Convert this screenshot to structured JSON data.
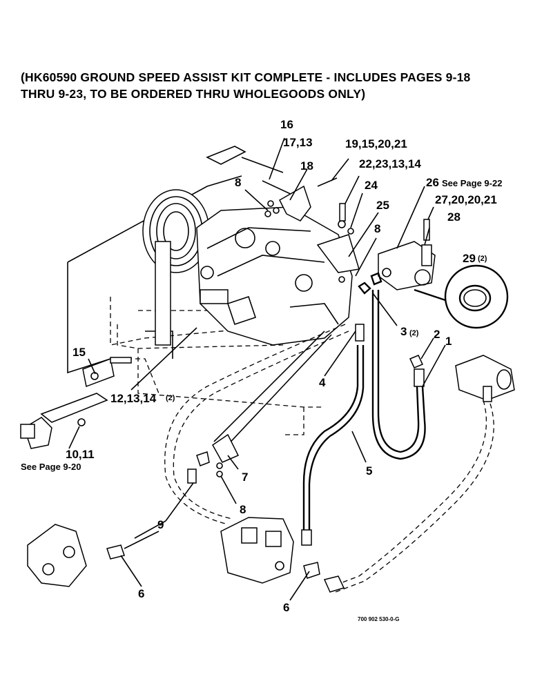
{
  "header": {
    "line1": "(HK60590 GROUND SPEED ASSIST KIT COMPLETE - INCLUDES PAGES 9-18",
    "line2": "THRU 9-23, TO BE ORDERED THRU WHOLEGOODS ONLY)"
  },
  "callouts": {
    "c16": "16",
    "c17_13": "17,13",
    "c18": "18",
    "c19": "19,15,20,21",
    "c22": "22,23,13,14",
    "c24": "24",
    "c25": "25",
    "c26": "26",
    "c26_note": "See Page 9-22",
    "c27": "27,20,20,21",
    "c28": "28",
    "c8_top": "8",
    "c8_mid": "8",
    "c8_bot": "8",
    "c29": "29",
    "c29_qty": "(2)",
    "c3": "3",
    "c3_qty": "(2)",
    "c2": "2",
    "c1": "1",
    "c15": "15",
    "c12": "12,13,14",
    "c12_qty": "(2)",
    "c4": "4",
    "c5": "5",
    "c10": "10,11",
    "c10_note": "See Page 9-20",
    "c7": "7",
    "c9": "9",
    "c6_left": "6",
    "c6_right": "6"
  },
  "doc_number": "700 902 530-0-G"
}
